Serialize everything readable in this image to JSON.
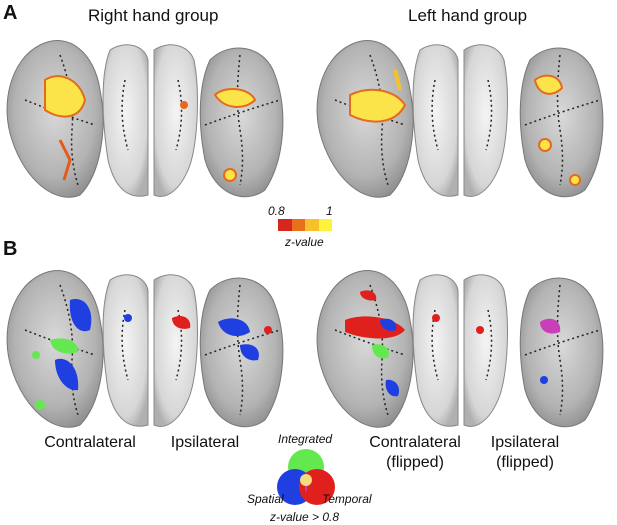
{
  "panel_a": {
    "letter": "A",
    "groups": [
      "Right hand group",
      "Left hand group"
    ]
  },
  "colorbar": {
    "min_label": "0.8",
    "max_label": "1",
    "caption": "z-value",
    "colors": [
      "#d7261e",
      "#e8701c",
      "#f6c12a",
      "#fff23a"
    ]
  },
  "panel_b": {
    "letter": "B",
    "labels": [
      "Contralateral",
      "Ipsilateral",
      "Contralateral\n(flipped)",
      "Ipsilateral\n(flipped)"
    ]
  },
  "venn": {
    "integrated": "Integrated",
    "spatial": "Spatial",
    "temporal": "Temporal",
    "threshold": "z-value > 0.8",
    "colors": {
      "integrated": "#63e94f",
      "spatial": "#1f3fe0",
      "temporal": "#e0201d",
      "overlap_st": "#c83fb8",
      "overlap_all": "#f6f08a"
    }
  }
}
